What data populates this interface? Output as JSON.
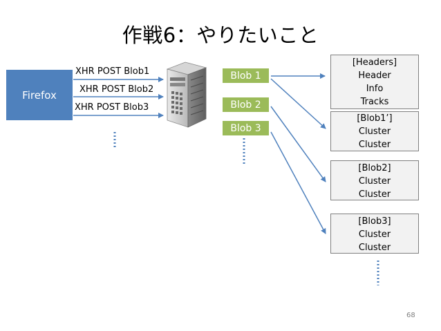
{
  "title": "作戦6：やりたいこと",
  "client": {
    "label": "Firefox"
  },
  "requests": [
    "XHR POST Blob1",
    "XHR POST Blob2",
    "XHR POST Blob3"
  ],
  "blobs": [
    "Blob 1",
    "Blob 2",
    "Blob 3"
  ],
  "segments": [
    {
      "heading": "[Headers]",
      "lines": [
        "Header",
        "Info",
        "Tracks"
      ]
    },
    {
      "heading": "[Blob1’]",
      "lines": [
        "Cluster",
        "Cluster"
      ]
    },
    {
      "heading": "[Blob2]",
      "lines": [
        "Cluster",
        "Cluster"
      ]
    },
    {
      "heading": "[Blob3]",
      "lines": [
        "Cluster",
        "Cluster"
      ]
    }
  ],
  "page_number": "68",
  "colors": {
    "client": "#4f81bd",
    "blob": "#9bbb59",
    "arrow": "#4f81bd",
    "ellipsis": "#4f81bd"
  },
  "icons": [
    "server-icon"
  ]
}
